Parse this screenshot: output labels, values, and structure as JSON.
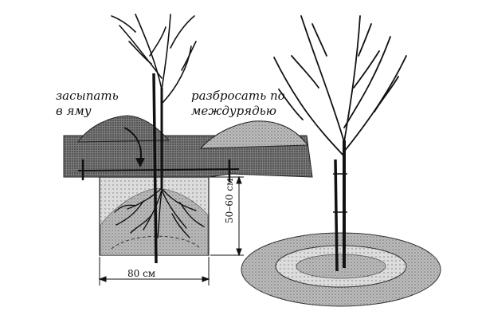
{
  "labels": {
    "fill_line1": "засыпать",
    "fill_line2": "в яму",
    "scatter_line1": "разбросать по",
    "scatter_line2": "междурядью",
    "width": "80 см",
    "depth": "50–60 см"
  },
  "colors": {
    "ink": "#111111",
    "soil": "#8a8a8a",
    "soil_dark": "#5a5a5a",
    "pit_fill": "#c8c8c8",
    "background": "#ffffff"
  }
}
